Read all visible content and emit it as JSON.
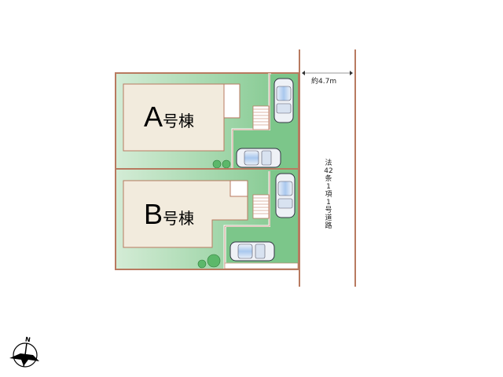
{
  "buildings": [
    {
      "letter": "A",
      "suffix": "号棟"
    },
    {
      "letter": "B",
      "suffix": "号棟"
    }
  ],
  "road": {
    "width_label": "約4.7m",
    "type_label_chars": [
      "法",
      "42",
      "条",
      "1",
      "項",
      "1",
      "号",
      "道",
      "路"
    ]
  },
  "compass": {
    "north_label": "N"
  },
  "colors": {
    "lot_border": "#b87a60",
    "lawn": "#8fcf98",
    "building": "#f2ebdd",
    "tree": "#5cb86a"
  }
}
